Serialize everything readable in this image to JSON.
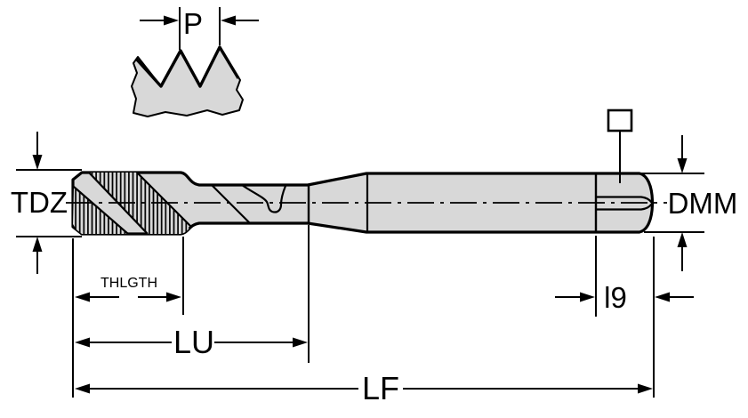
{
  "diagram": {
    "type": "technical-drawing",
    "subject": "tap-dimensional-drawing",
    "labels": {
      "pitch": "P",
      "thread_diameter": "TDZ",
      "thread_length": "THLGTH",
      "flute_length": "LU",
      "overall_length": "LF",
      "square_length": "l9",
      "shank_diameter": "DMM"
    },
    "icons": {
      "square_drive": "square-drive-icon"
    },
    "colors": {
      "background": "#ffffff",
      "part_fill": "#d8d8d8",
      "line": "#000000"
    }
  }
}
